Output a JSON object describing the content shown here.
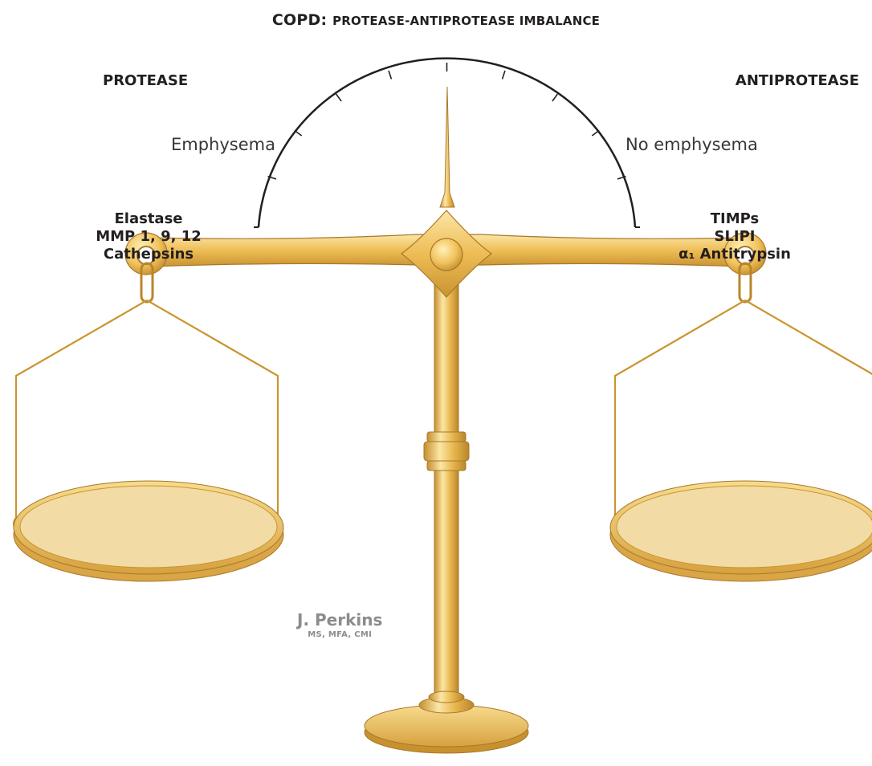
{
  "title": {
    "main": "COPD: ",
    "smallcaps": "PROTEASE-ANTIPROTEASE IMBALANCE"
  },
  "sides": {
    "left": "PROTEASE",
    "right": "ANTIPROTEASE"
  },
  "dial": {
    "left_label": "Emphysema",
    "right_label": "No emphysema"
  },
  "pans": {
    "left": [
      "Elastase",
      "MMP 1, 9, 12",
      "Cathepsins"
    ],
    "right": [
      "TIMPs",
      "SLIPI",
      "α₁ Antitrypsin"
    ]
  },
  "signature": {
    "name": "J. Perkins",
    "credentials": "MS, MFA, CMI"
  },
  "colors": {
    "gold_light": "#f6d98a",
    "gold": "#e8b54a",
    "gold_dark": "#b9862a",
    "pan_fill": "#f2dba4",
    "dial_stroke": "#231f20"
  }
}
